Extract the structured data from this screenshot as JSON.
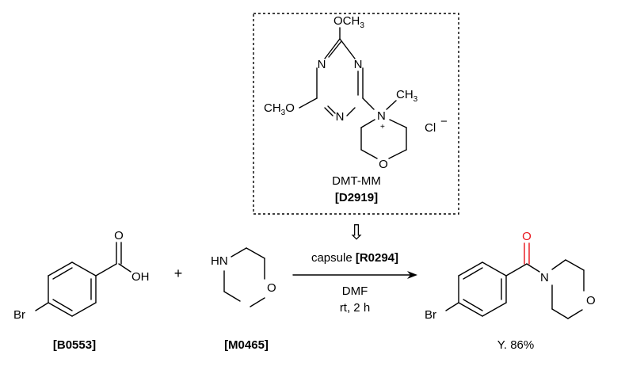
{
  "reagent_box": {
    "name": "DMT-MM",
    "code": "[D2919]",
    "counter_ion": "Cl",
    "counter_charge": "−",
    "n_charge": "+"
  },
  "reactant_1": {
    "code": "[B0553]"
  },
  "reactant_2": {
    "code": "[M0465]"
  },
  "plus": "+",
  "arrow": {
    "above_prefix": "capsule ",
    "above_code": "[R0294]",
    "below_1": "DMF",
    "below_2": "rt, 2 h"
  },
  "product": {
    "yield": "Y. 86%"
  },
  "atoms": {
    "N": "N",
    "O": "O",
    "OH": "OH",
    "HN": "HN",
    "Br": "Br",
    "OCH3": "OCH",
    "CH3": "CH",
    "three": "3",
    "open_arrow": "⇩"
  },
  "colors": {
    "carbonyl_highlight": "#e8141b",
    "box_border": "#000000"
  }
}
